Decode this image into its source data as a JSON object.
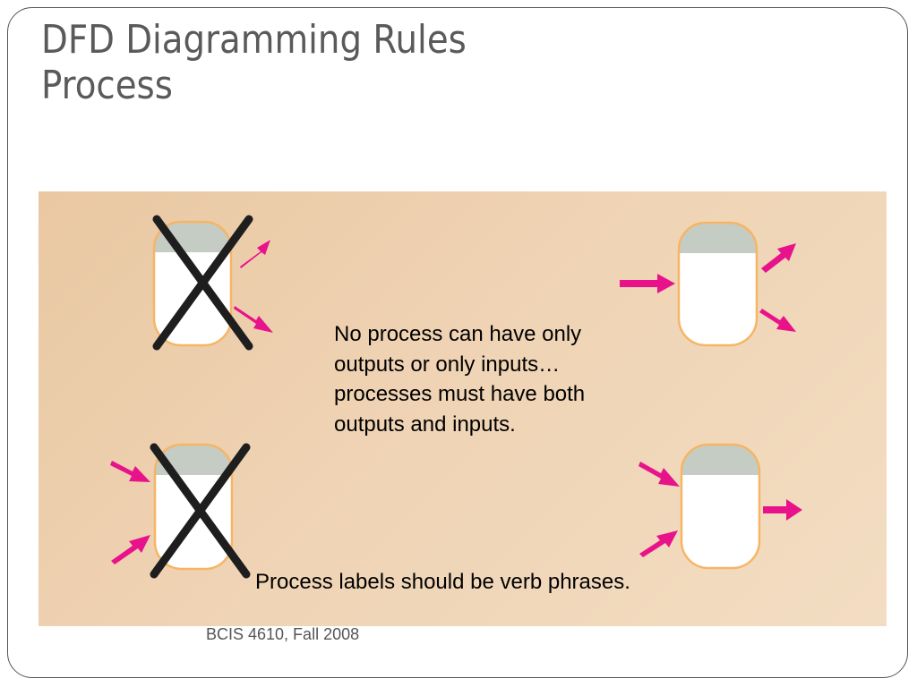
{
  "slide": {
    "title_line1": "DFD Diagramming Rules",
    "title_line2": "Process",
    "rule_text": "No process can have only outputs or only inputs…processes must have both outputs and inputs.",
    "label_text": "Process labels should be verb phrases.",
    "footer": "BCIS 4610, Fall 2008"
  },
  "colors": {
    "arrow": "#e8138a",
    "cross": "#1e1e1e",
    "process_header": "#c5ccc4",
    "process_border": "#f6b565",
    "process_body": "#ffffff"
  },
  "icons": [
    "process-symbol",
    "flow-arrow",
    "cross-out-mark"
  ]
}
